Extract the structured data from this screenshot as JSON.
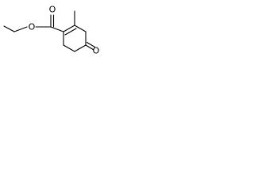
{
  "structure": {
    "atom_labels": {
      "ester_carbonyl_oxygen": "O",
      "ester_ether_oxygen": "O",
      "ketone_oxygen": "O"
    }
  },
  "colors": {
    "bond": "#000000",
    "label": "#000000",
    "background": "#ffffff"
  }
}
